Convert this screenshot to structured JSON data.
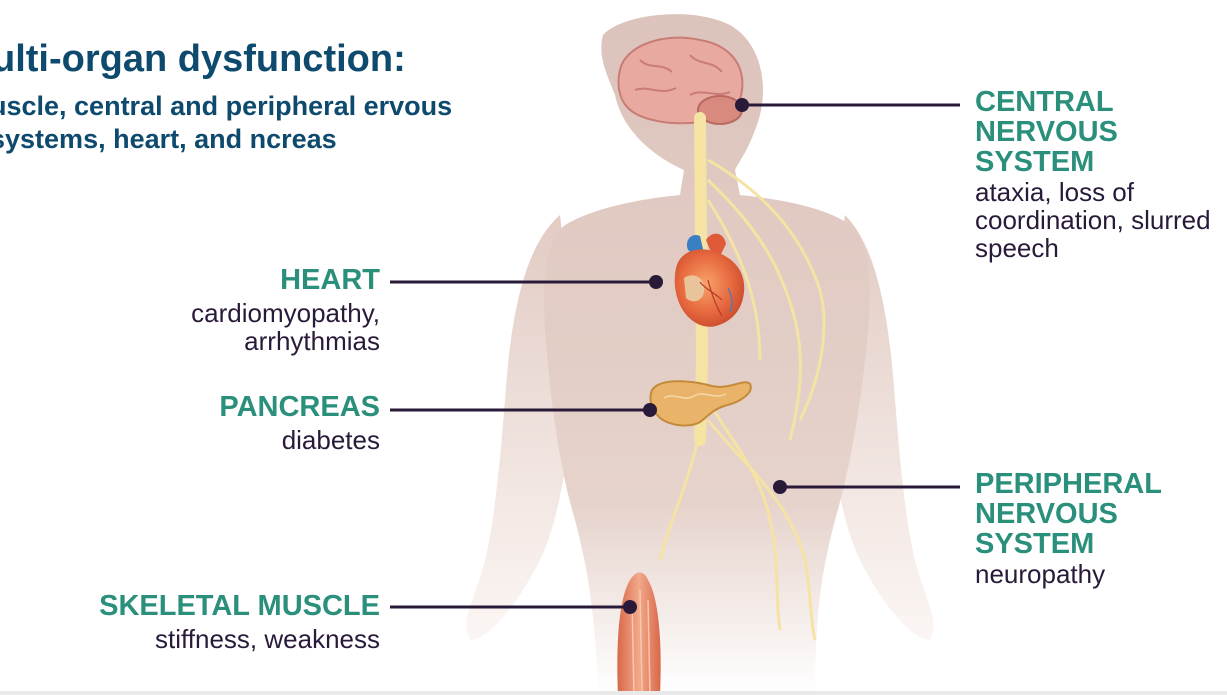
{
  "title": "ulti-organ dysfunction:",
  "subtitle": "uscle, central and peripheral ervous systems, heart, and ncreas",
  "labels": {
    "heart": {
      "name": "HEART",
      "desc": "cardiomyopathy, arrhythmias"
    },
    "pancreas": {
      "name": "PANCREAS",
      "desc": "diabetes"
    },
    "skeletal_muscle": {
      "name": "SKELETAL MUSCLE",
      "desc": "stiffness, weakness"
    },
    "cns": {
      "name": "CENTRAL NERVOUS SYSTEM",
      "desc": "ataxia, loss of coordination, slurred speech"
    },
    "pns": {
      "name": "PERIPHERAL NERVOUS SYSTEM",
      "desc": "neuropathy"
    }
  },
  "colors": {
    "title": "#0d4a6e",
    "label_heading": "#2a8f7b",
    "label_text": "#2a1a3a",
    "leader_line": "#2a1a3a",
    "body_silhouette": "#dcc3bb",
    "nerves": "#f5e3a3",
    "heart": "#e05a3a",
    "pancreas": "#e9b46a",
    "muscle": "#e58a6a",
    "brain": "#e8a9a0"
  },
  "icons": [
    "human-body-silhouette",
    "brain-icon",
    "spinal-cord",
    "heart-icon",
    "pancreas-icon",
    "skeletal-muscle-icon"
  ]
}
